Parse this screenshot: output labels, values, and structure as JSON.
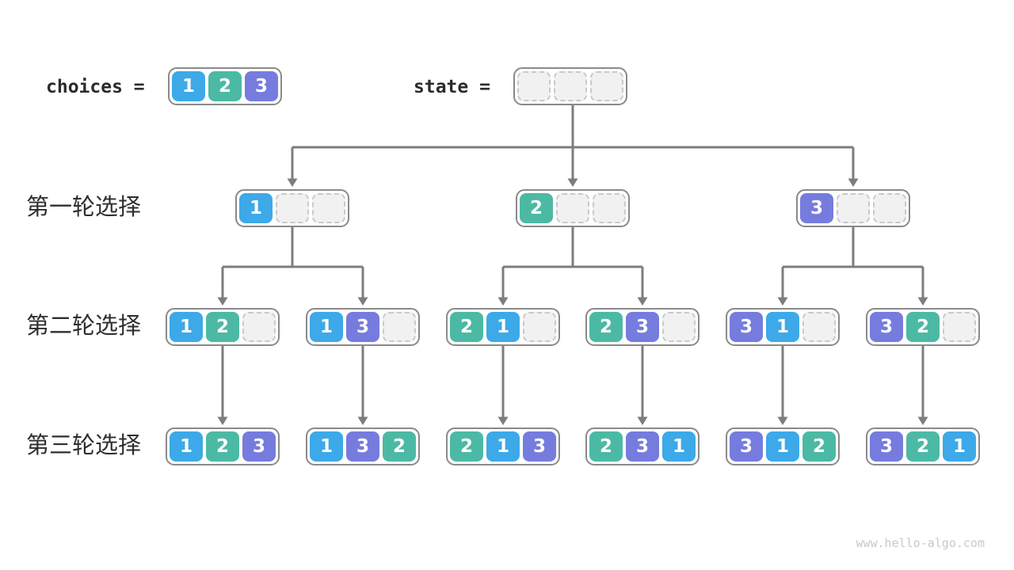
{
  "header": {
    "choices_label": "choices =",
    "state_label": "state =",
    "choices_box": [
      "1",
      "2",
      "3"
    ],
    "state_box": [
      "",
      "",
      ""
    ]
  },
  "rows": [
    {
      "label": "第一轮选择",
      "boxes": [
        [
          "1",
          "",
          ""
        ],
        [
          "2",
          "",
          ""
        ],
        [
          "3",
          "",
          ""
        ]
      ]
    },
    {
      "label": "第二轮选择",
      "boxes": [
        [
          "1",
          "2",
          ""
        ],
        [
          "1",
          "3",
          ""
        ],
        [
          "2",
          "1",
          ""
        ],
        [
          "2",
          "3",
          ""
        ],
        [
          "3",
          "1",
          ""
        ],
        [
          "3",
          "2",
          ""
        ]
      ]
    },
    {
      "label": "第三轮选择",
      "boxes": [
        [
          "1",
          "2",
          "3"
        ],
        [
          "1",
          "3",
          "2"
        ],
        [
          "2",
          "1",
          "3"
        ],
        [
          "2",
          "3",
          "1"
        ],
        [
          "3",
          "1",
          "2"
        ],
        [
          "3",
          "2",
          "1"
        ]
      ]
    }
  ],
  "watermark": "www.hello-algo.com",
  "cell_colors": {
    "1": "#3da9e8",
    "2": "#4cb9a4",
    "3": "#767cde"
  },
  "colors": {
    "arrow": "#7d7d7d",
    "box_border": "#8a8a8a",
    "empty_fill": "#f1f1f2"
  }
}
